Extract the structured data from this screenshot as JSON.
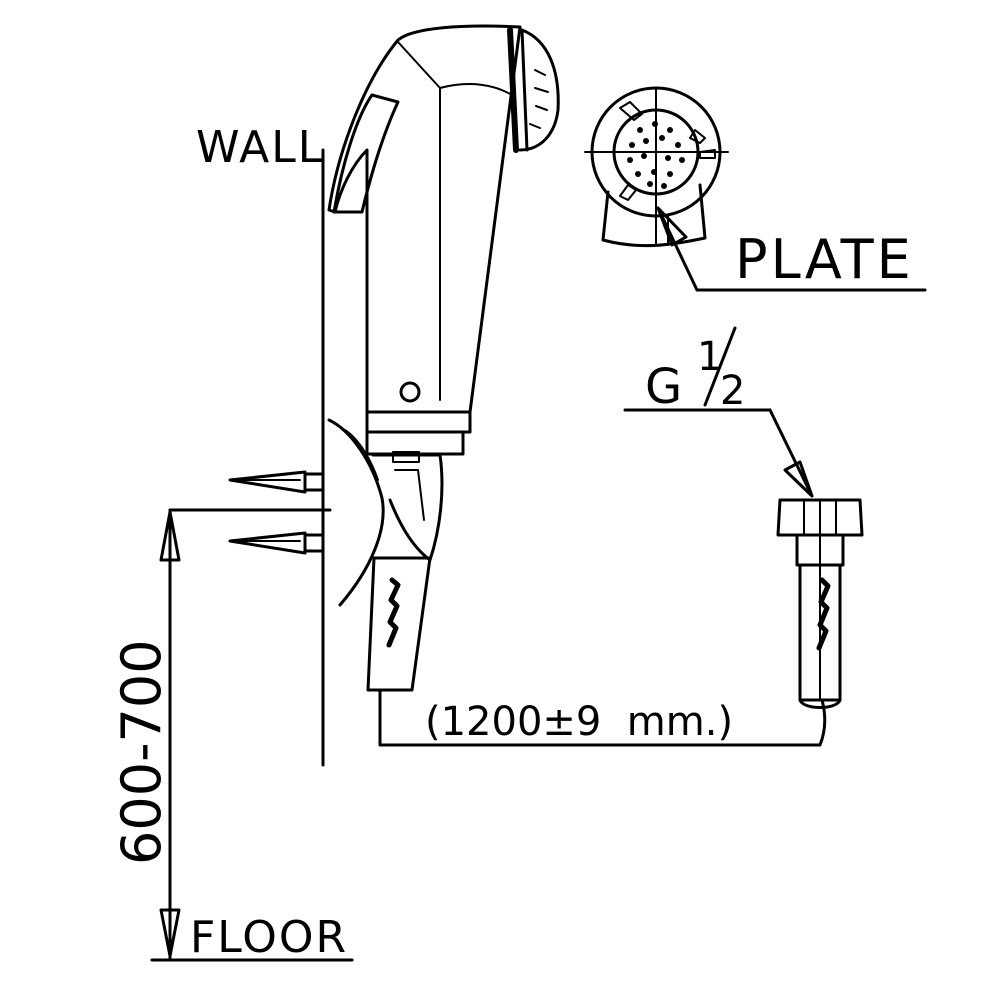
{
  "labels": {
    "wall": "WALL",
    "plate": "PLATE",
    "thread_prefix": "G",
    "thread_num": "1",
    "thread_den": "2",
    "hose_length": "(1200±9  mm.)",
    "height_range": "600-700",
    "floor": "FLOOR"
  },
  "colors": {
    "line": "#000000",
    "background": "#ffffff"
  }
}
